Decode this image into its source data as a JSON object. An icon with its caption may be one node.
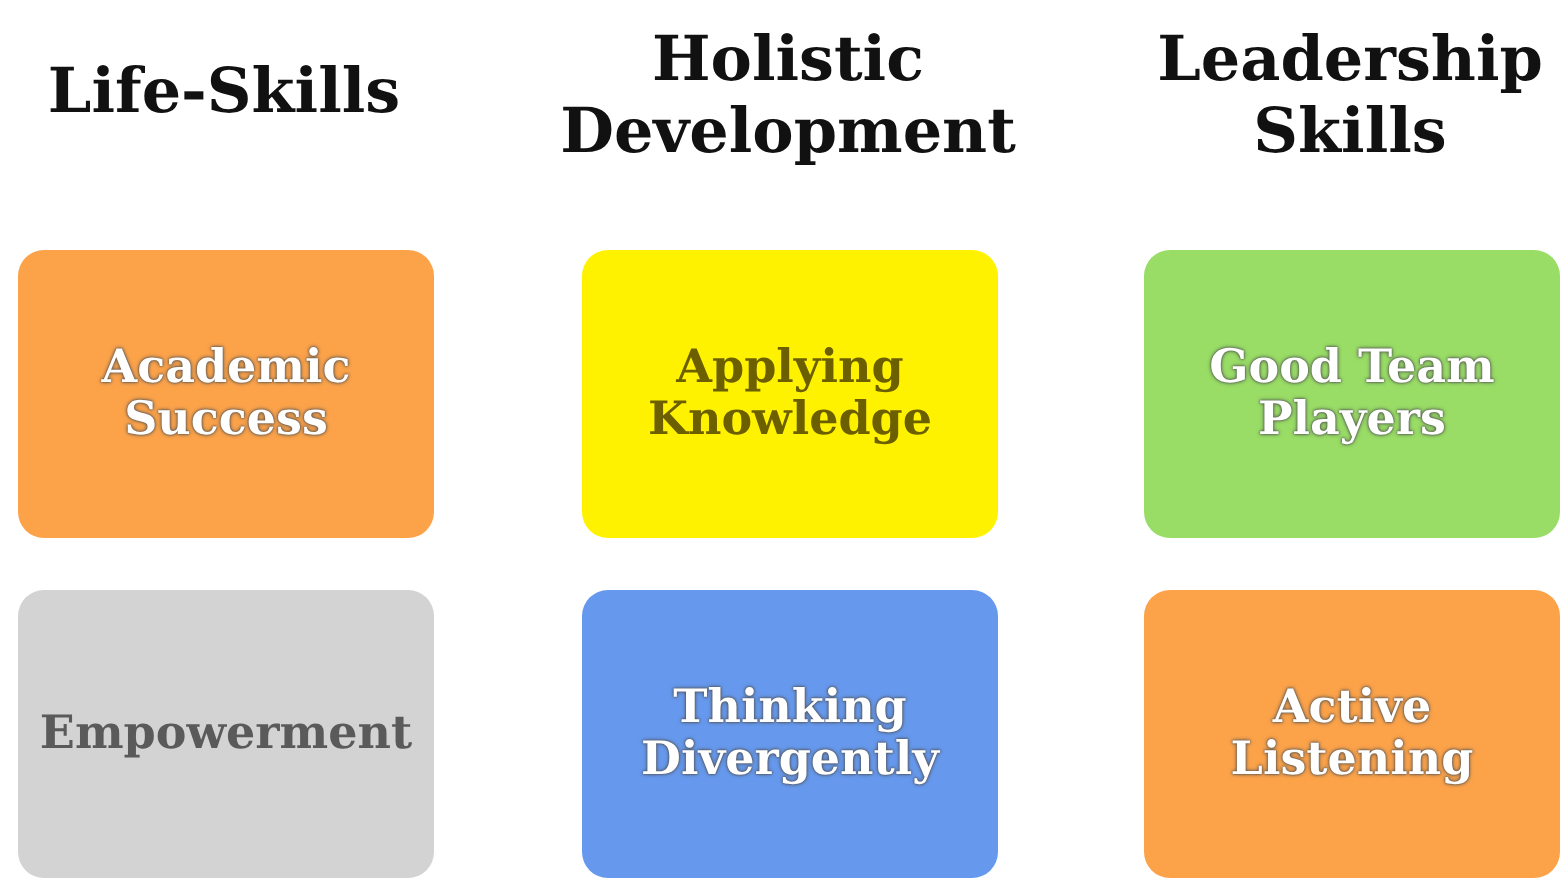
{
  "diagram": {
    "nodes": [
      {
        "text": [
          "Academic Success"
        ]
      },
      {
        "text": [
          "Applying Knowledge"
        ]
      },
      {
        "text": [
          "Good Team Players"
        ]
      },
      {
        "text": [
          "Empowerment"
        ]
      },
      {
        "text": [
          "Thinking Divergently"
        ]
      },
      {
        "text": [
          "Active Listening"
        ]
      }
    ],
    "labels": [
      "Life-Skills",
      "Holistic Development",
      "Leadership Skills"
    ]
  }
}
